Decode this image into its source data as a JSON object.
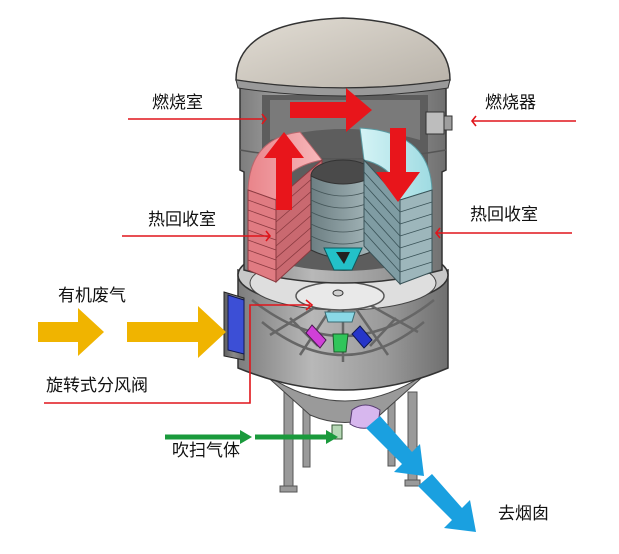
{
  "labels": {
    "combustion_chamber": "燃烧室",
    "burner": "燃烧器",
    "heat_recovery_left": "热回收室",
    "heat_recovery_right": "热回收室",
    "organic_waste_gas": "有机废气",
    "rotary_valve": "旋转式分风阀",
    "purge_gas": "吹扫气体",
    "to_chimney": "去烟囱"
  },
  "colors": {
    "hot_flow": "#e8151b",
    "waste_gas_flow": "#f0b400",
    "purge_flow": "#1a9a3c",
    "exhaust_flow": "#1aa0e0",
    "leader_line": "#e0151b",
    "vessel_gray": "#a7a7a7",
    "dome": "#cfc9c0",
    "left_media": "#f2a1a5",
    "right_media": "#b8e8ec",
    "inlet_box": "#3c4fd6"
  },
  "icons": [
    "up-arrow-icon",
    "right-arrow-icon",
    "down-arrow-icon"
  ]
}
